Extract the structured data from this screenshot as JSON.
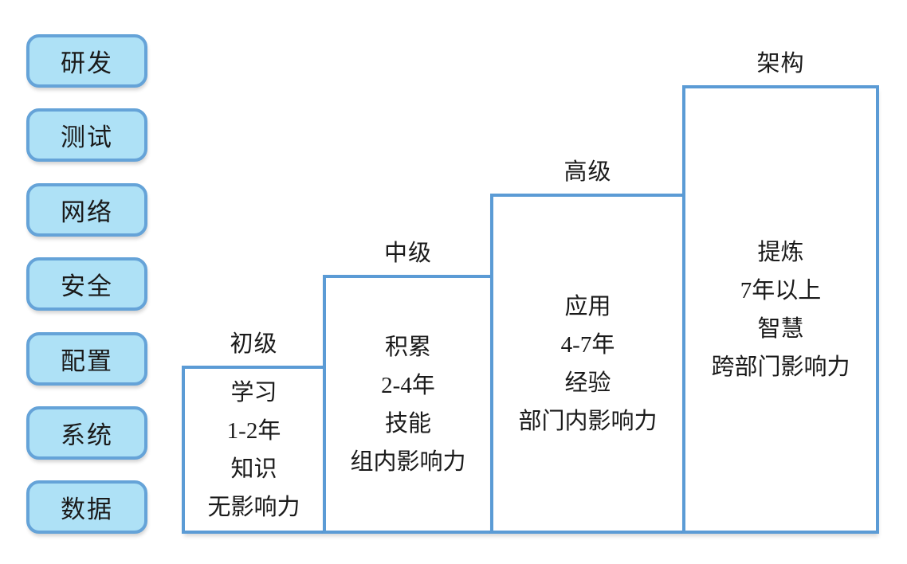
{
  "colors": {
    "background": "#ffffff",
    "pill_fill": "#aee1f6",
    "pill_border": "#65a3d8",
    "box_border": "#5b9bd5",
    "box_fill": "#ffffff",
    "text": "#1a1a1a"
  },
  "sidebar": {
    "items": [
      {
        "label": "研发"
      },
      {
        "label": "测试"
      },
      {
        "label": "网络"
      },
      {
        "label": "安全"
      },
      {
        "label": "配置"
      },
      {
        "label": "系统"
      },
      {
        "label": "数据"
      }
    ]
  },
  "ladder": {
    "steps": [
      {
        "label": "初级",
        "lines": [
          "学习",
          "1-2年",
          "知识",
          "无影响力"
        ]
      },
      {
        "label": "中级",
        "lines": [
          "积累",
          "2-4年",
          "技能",
          "组内影响力"
        ]
      },
      {
        "label": "高级",
        "lines": [
          "应用",
          "4-7年",
          "经验",
          "部门内影响力"
        ]
      },
      {
        "label": "架构",
        "lines": [
          "提炼",
          "7年以上",
          "智慧",
          "跨部门影响力"
        ]
      }
    ]
  }
}
